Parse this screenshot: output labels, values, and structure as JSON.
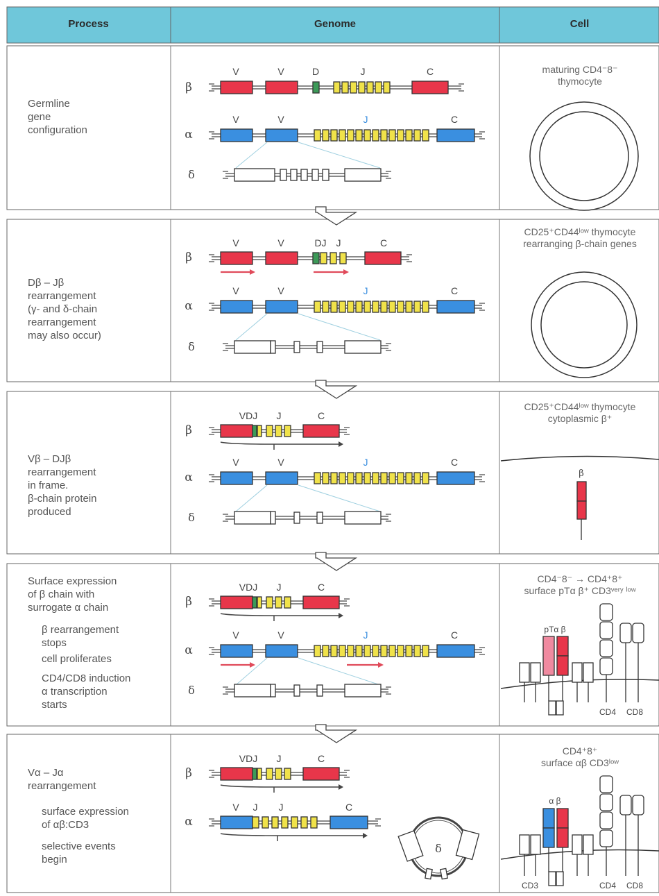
{
  "headers": {
    "process": "Process",
    "genome": "Genome",
    "cell": "Cell"
  },
  "chain_symbols": {
    "beta": "β",
    "alpha": "α",
    "delta": "δ"
  },
  "segment_labels": {
    "v": "V",
    "d": "D",
    "j": "J",
    "c": "C",
    "dj": "DJ",
    "vdj": "VDJ"
  },
  "colors": {
    "header_bg": "#6fc7da",
    "beta_segment": "#e8364a",
    "alpha_segment": "#3a8fe0",
    "j_segment": "#f0e24a",
    "d_segment": "#3c9a58",
    "arrow_red": "#e04a5a",
    "pt_alpha": "#f08aa0"
  },
  "rows": [
    {
      "process": "Germline\ngene\nconfiguration",
      "cell_text": "maturing CD4⁻8⁻\nthymocyte"
    },
    {
      "process": "Dβ – Jβ\nrearrangement\n(γ- and δ-chain\nrearrangement\nmay also occur)",
      "cell_text": "CD25⁺CD44ˡᵒʷ thymocyte\nrearranging β-chain genes"
    },
    {
      "process": "Vβ – DJβ\nrearrangement\nin frame.\nβ-chain protein\nproduced",
      "cell_text": "CD25⁺CD44ˡᵒʷ thymocyte\ncytoplasmic β⁺",
      "protein_label": "β"
    },
    {
      "process": "Surface expression\nof β chain with\nsurrogate α chain",
      "sub_items": [
        "β rearrangement\nstops",
        "cell proliferates",
        "CD4/CD8 induction\nα transcription\nstarts"
      ],
      "cell_text": "CD4⁻8⁻ → CD4⁺8⁺\nsurface pTα β⁺ CD3ᵛᵉʳʸ ˡᵒʷ",
      "labels": {
        "pta_beta": "pTα β",
        "cd4": "CD4",
        "cd8": "CD8"
      }
    },
    {
      "process": "Vα – Jα\nrearrangement",
      "sub_items": [
        "surface expression\nof αβ:CD3",
        "selective events\nbegin"
      ],
      "cell_text": "CD4⁺8⁺\nsurface αβ CD3ˡᵒʷ",
      "labels": {
        "alpha_beta": "α β",
        "cd3": "CD3",
        "cd4": "CD4",
        "cd8": "CD8",
        "delta_circle": "δ"
      }
    }
  ]
}
